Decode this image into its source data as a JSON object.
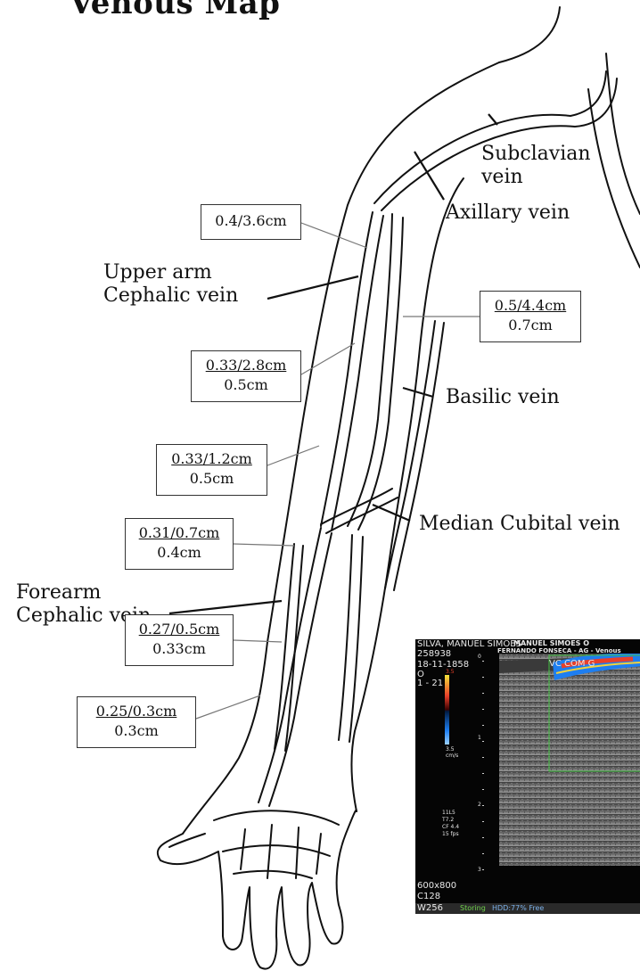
{
  "title": "Venous Map",
  "veins": {
    "subclavian": [
      "Subclavian",
      "vein"
    ],
    "axillary": "Axillary vein",
    "upper_arm_cephalic": [
      "Upper arm",
      "Cephalic vein"
    ],
    "basilic": "Basilic vein",
    "median_cubital": "Median Cubital vein",
    "forearm_cephalic": [
      "Forearm",
      "Cephalic vein"
    ]
  },
  "measurements": [
    {
      "top": "0.4/3.6cm",
      "bottom": ""
    },
    {
      "top": "0.5/4.4cm",
      "bottom": "0.7cm"
    },
    {
      "top": "0.33/2.8cm",
      "bottom": "0.5cm"
    },
    {
      "top": "0.33/1.2cm",
      "bottom": "0.5cm"
    },
    {
      "top": "0.31/0.7cm",
      "bottom": "0.4cm"
    },
    {
      "top": "0.27/0.5cm",
      "bottom": "0.33cm"
    },
    {
      "top": "0.25/0.3cm",
      "bottom": "0.3cm"
    }
  ],
  "ultrasound": {
    "header_patient": "SILVA, MANUEL SIMOES",
    "header_overlay": "MANUEL SIMOES   O",
    "header_doctor": "FERNANDO FONSECA     - AG -   Venous",
    "patient_id": "258938",
    "date": "18-11-1858",
    "mode": "VC COM G",
    "o_label": "O",
    "range": "1 - 21",
    "scale_top": "3.5",
    "scale_bottom": "3.5",
    "scale_unit": "cm/s",
    "depth_0": "0",
    "depth_1": "1",
    "depth_2": "2",
    "depth_3": "3",
    "params": [
      "11L5",
      "T7.2",
      "CF 4.4",
      "15 fps"
    ],
    "resolution": "600x800",
    "c_value": "C128",
    "w_value": "W256",
    "storing": "Storing",
    "hdd": "HDD:77% Free"
  },
  "colors": {
    "line": "#111111",
    "status_green": "#6fd24a",
    "roi_green": "#3fbf3f",
    "flow_red": "#e8402a",
    "flow_blue": "#1e7ef0"
  }
}
